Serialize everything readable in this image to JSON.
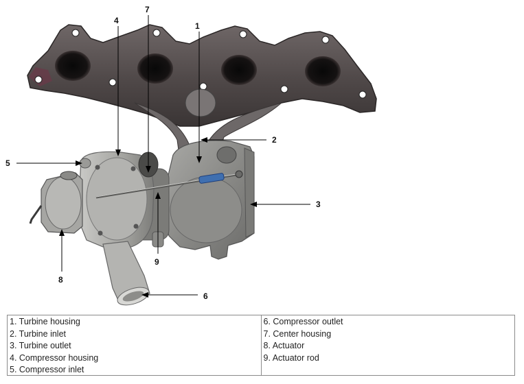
{
  "callouts": {
    "c1": "1",
    "c2": "2",
    "c3": "3",
    "c4": "4",
    "c5": "5",
    "c6": "6",
    "c7": "7",
    "c8": "8",
    "c9": "9"
  },
  "legend": {
    "left": [
      "1. Turbine housing",
      "2. Turbine inlet",
      "3. Turbine outlet",
      "4. Compressor housing",
      "5. Compressor inlet"
    ],
    "right": [
      "6. Compressor outlet",
      "7. Center housing",
      "8. Actuator",
      "9. Actuator rod"
    ]
  }
}
